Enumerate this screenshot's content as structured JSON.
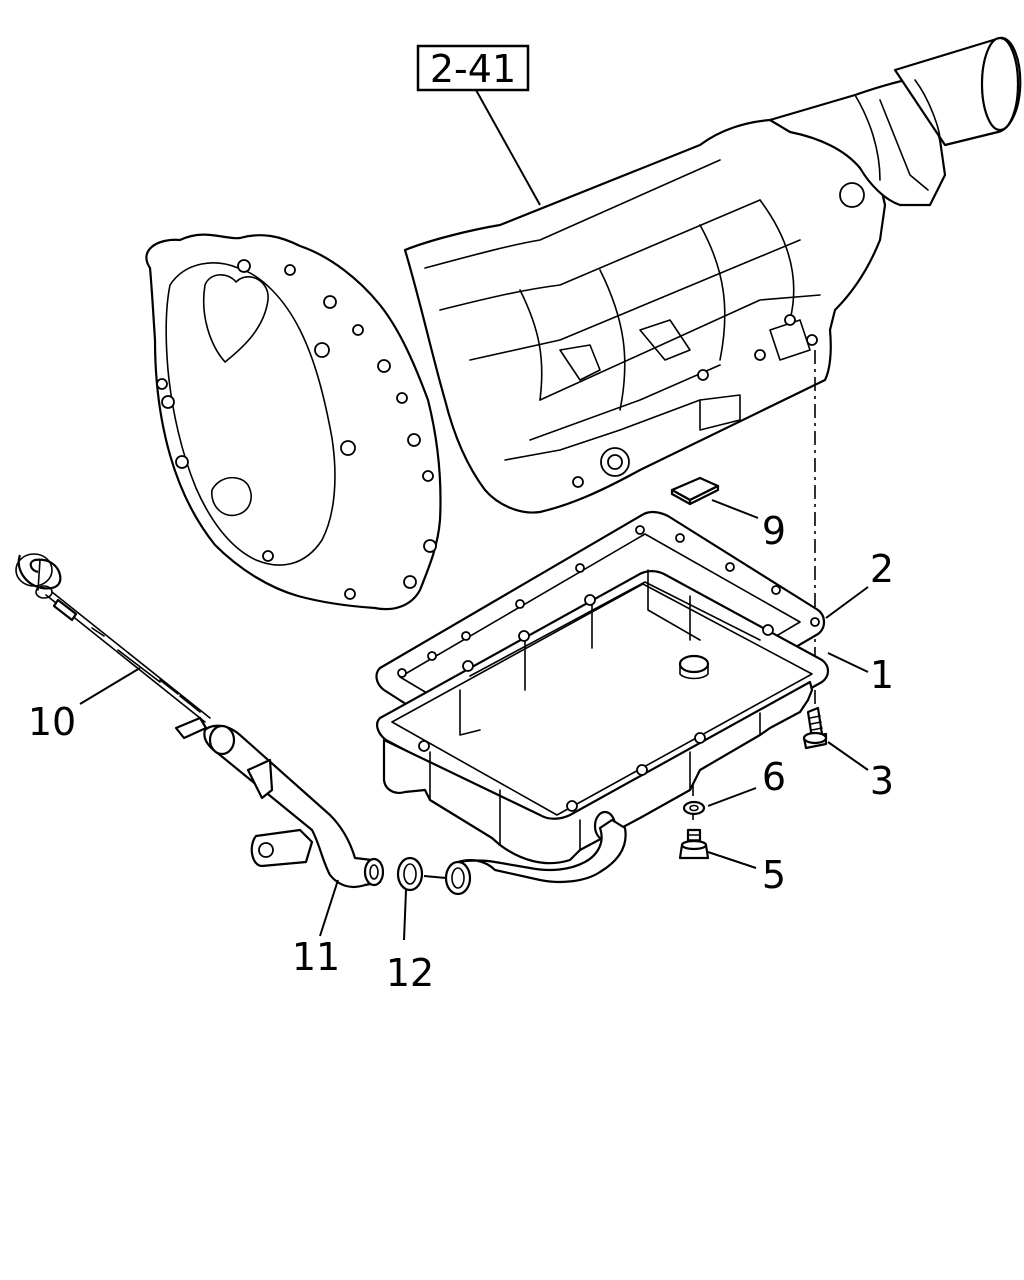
{
  "reference": {
    "label": "2-41"
  },
  "callouts": [
    {
      "id": "1",
      "label": "1"
    },
    {
      "id": "2",
      "label": "2"
    },
    {
      "id": "3",
      "label": "3"
    },
    {
      "id": "5",
      "label": "5"
    },
    {
      "id": "6",
      "label": "6"
    },
    {
      "id": "9",
      "label": "9"
    },
    {
      "id": "10",
      "label": "10"
    },
    {
      "id": "11",
      "label": "11"
    },
    {
      "id": "12",
      "label": "12"
    }
  ]
}
